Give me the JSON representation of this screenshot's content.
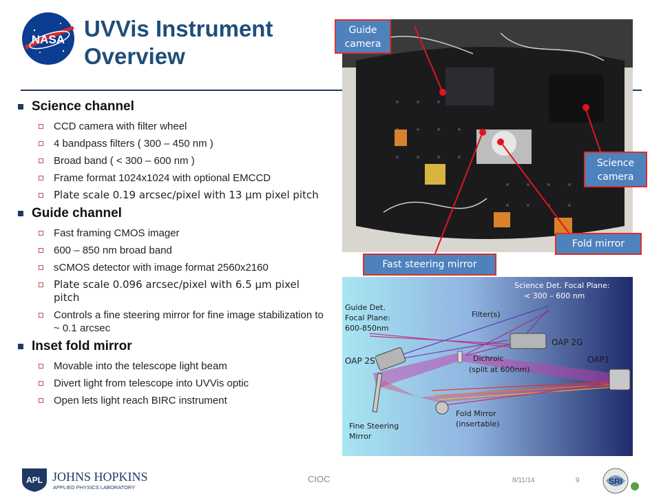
{
  "header": {
    "logo_text": "NASA",
    "title": "UVVis Instrument Overview"
  },
  "bullets": [
    {
      "heading": "Science channel",
      "items": [
        "CCD camera with filter wheel",
        "4 bandpass filters ( 300 – 450 nm )",
        "Broad band ( < 300 – 600 nm )",
        "Frame format 1024x1024 with optional EMCCD",
        "Plate scale 0.19 arcsec/pixel with 13 μm pixel pitch"
      ]
    },
    {
      "heading": "Guide channel",
      "items": [
        "Fast framing CMOS imager",
        "600 – 850 nm broad band",
        "sCMOS detector with image format 2560x2160",
        "Plate scale 0.096 arcsec/pixel with 6.5 μm pixel pitch",
        "Controls a fine steering mirror for fine image stabilization to ~ 0.1 arcsec"
      ]
    },
    {
      "heading": "Inset fold mirror",
      "items": [
        "Movable into the telescope light beam",
        "Divert light from telescope into UVVis optic",
        "Open lets light reach BIRC instrument"
      ]
    }
  ],
  "photo_callouts": {
    "guide_camera": "Guide camera",
    "science_camera": "Science camera",
    "fold_mirror": "Fold mirror",
    "fast_steering_mirror": "Fast steering mirror"
  },
  "diagram": {
    "sci_focal_1": "Science Det. Focal Plane:",
    "sci_focal_2": "< 300 – 600 nm",
    "guide_focal_1": "Guide Det.",
    "guide_focal_2": "Focal Plane:",
    "guide_focal_3": "600-850nm",
    "filter": "Filter(s)",
    "oap2g": "OAP 2G",
    "oap2s": "OAP 2S",
    "dichroic_1": "Dichroic",
    "dichroic_2": "(split at 600nm)",
    "oap1": "OAP1",
    "fsm_1": "Fine Steering",
    "fsm_2": "Mirror",
    "fold_1": "Fold Mirror",
    "fold_2": "(insertable)"
  },
  "footer": {
    "apl_mark": "APL",
    "jhu_line1": "JOHNS HOPKINS",
    "jhu_line2": "APPLIED PHYSICS LABORATORY",
    "center": "CIOC",
    "date": "8/11/14",
    "page": "9",
    "sri": "SRI"
  },
  "colors": {
    "title": "#1f4e79",
    "callout_fill": "#4f81bd",
    "callout_border": "#d8322a",
    "rule": "#1f3864"
  }
}
